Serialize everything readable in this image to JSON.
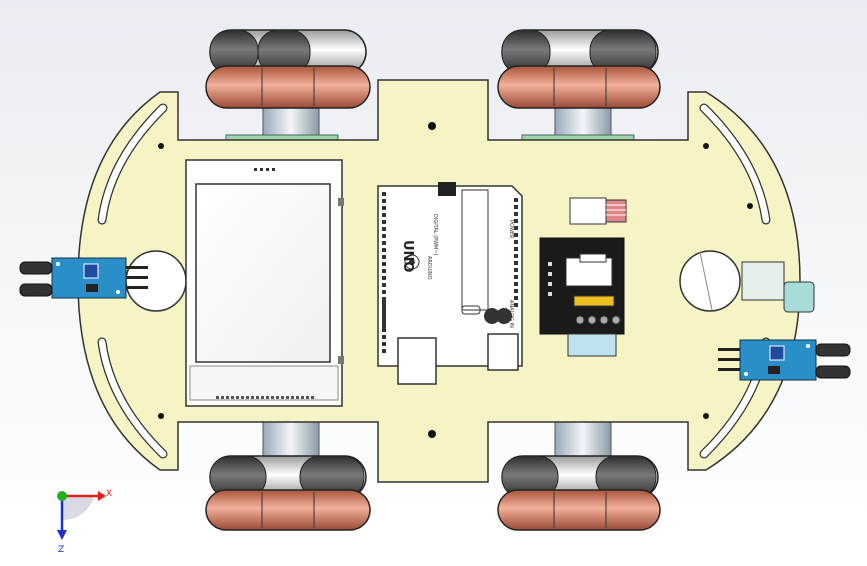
{
  "viewport": {
    "background": "#eef0f4",
    "plate_color": "#f6f3c4",
    "board_color": "#ffffff",
    "wheel_dark": "#4a4a4a",
    "wheel_light": "#e8e8e8",
    "wheel_salmon": "#e08668",
    "sensor_color": "#2a8fc8"
  },
  "arduino": {
    "brand": "UNO",
    "label_digital": "DIGITAL (PWM~)",
    "label_power": "POWER",
    "label_analog": "ANALOG IN",
    "label_model": "ARDUINO"
  },
  "triad": {
    "x_label": "X",
    "z_label": "Z",
    "x_color": "#e02020",
    "y_color": "#20b020",
    "z_color": "#2030d0"
  },
  "icons": {
    "sensor": "ir-sensor-module",
    "motor_driver": "motor-driver-module",
    "wheel": "mecanum-wheel"
  }
}
